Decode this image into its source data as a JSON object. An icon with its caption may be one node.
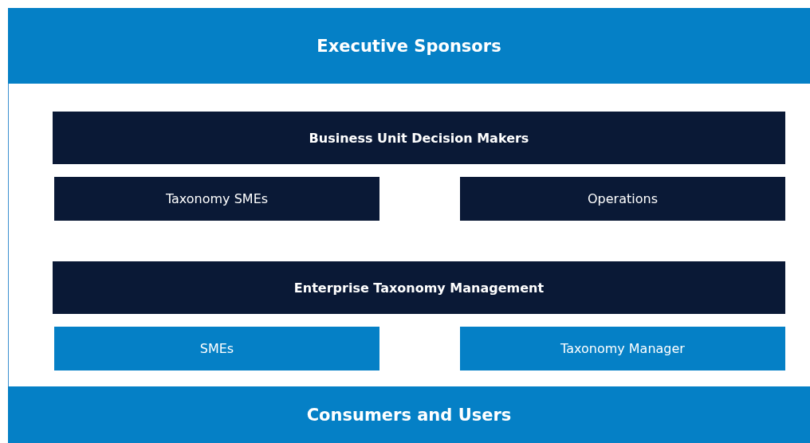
{
  "diagram": {
    "nodes": [
      {
        "text": [
          "Executive Sponsors"
        ]
      },
      {
        "text": [
          "Business Unit Decision Makers"
        ]
      },
      {
        "text": [
          "Taxonomy SMEs"
        ]
      },
      {
        "text": [
          "Operations"
        ]
      },
      {
        "text": [
          "Enterprise Taxonomy Management"
        ]
      },
      {
        "text": [
          "SMEs"
        ]
      },
      {
        "text": [
          "Taxonomy Manager"
        ]
      },
      {
        "text": [
          "Consumers and Users"
        ]
      }
    ],
    "edges": []
  }
}
